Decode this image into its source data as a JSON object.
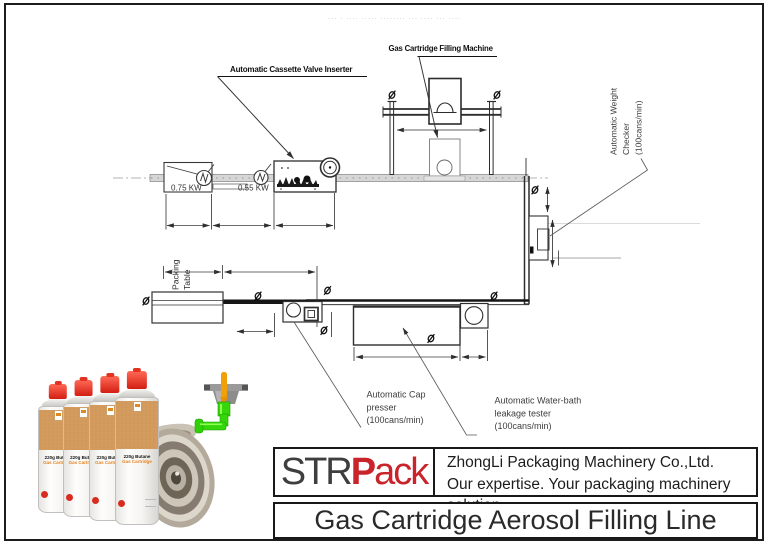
{
  "header": {
    "faint_text": "··· · ···· ····· ········ ··· ···· ··· ····"
  },
  "diagram": {
    "labels": {
      "cassette_inserter": "Automatic Cassette Valve Inserter",
      "filling_machine": "Gas Cartridge Filling Machine",
      "weight_checker_l1": "Automatic Weight",
      "weight_checker_l2": "Checker",
      "weight_checker_l3": "(100cans/min)",
      "cap_presser_l1": "Automatic Cap",
      "cap_presser_l2": "presser",
      "cap_presser_l3": "(100cans/min)",
      "water_bath_l1": "Automatic Water-bath",
      "water_bath_l2": "leakage tester",
      "water_bath_l3": "(100cans/min)",
      "packing_table_l1": "Packing",
      "packing_table_l2": "Table",
      "motor_left_power": "0.75 KW",
      "motor_right_power": "0.55 KW"
    }
  },
  "product_photo": {
    "can_weight": "220g Butane",
    "can_type": "Gas Cartridge"
  },
  "branding": {
    "logo_part1": "STR",
    "logo_part2": "P",
    "logo_part3": "ack",
    "company_name": "ZhongLi Packaging Machinery Co.,Ltd.",
    "tagline": "Our expertise. Your packaging machinery solution."
  },
  "footer": {
    "main_title": "Gas Cartridge Aerosol Filling Line"
  },
  "colors": {
    "logo_red": "#c9242b",
    "valve_green": "#35d60a",
    "can_cap_red": "#e23222",
    "can_label_orange": "#d49b5f",
    "drawing_line": "#2e2e2e"
  }
}
